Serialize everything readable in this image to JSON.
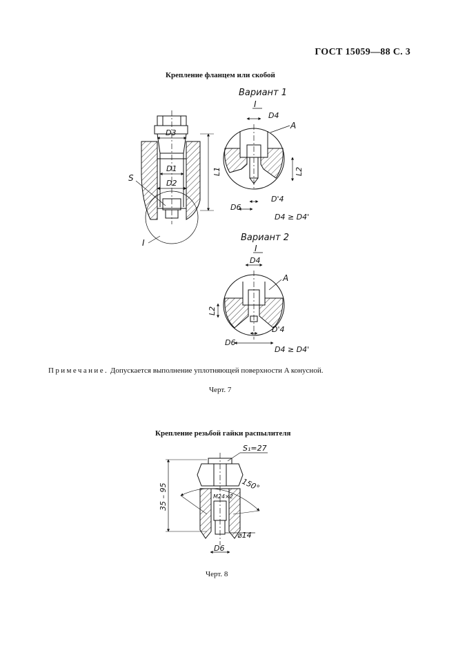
{
  "header": {
    "doc_id": "ГОСТ 15059—88 С. 3"
  },
  "section1": {
    "title": "Крепление фланцем или скобой",
    "variant1": "Вариант 1",
    "variant2": "Вариант 2",
    "detail_mark": "I",
    "labels": {
      "D3": "D3",
      "D1": "D1",
      "D2": "D2",
      "L1": "L1",
      "S": "S",
      "D4": "D4",
      "D4p": "D'4",
      "D6": "D6",
      "L2": "L2",
      "A": "A",
      "rel": "D4 ≥ D4'"
    },
    "note_lead": "Примечание.",
    "note_text": "Допускается выполнение уплотняющей поверхности A конусной.",
    "figure": "Черт. 7"
  },
  "section2": {
    "title": "Крепление резьбой гайки распылителя",
    "labels": {
      "S1": "S₁=27",
      "angle": "150°",
      "thread": "M24×2",
      "len": "35 – 95",
      "dia": "⌀14",
      "D6": "D6"
    },
    "figure": "Черт. 8"
  }
}
